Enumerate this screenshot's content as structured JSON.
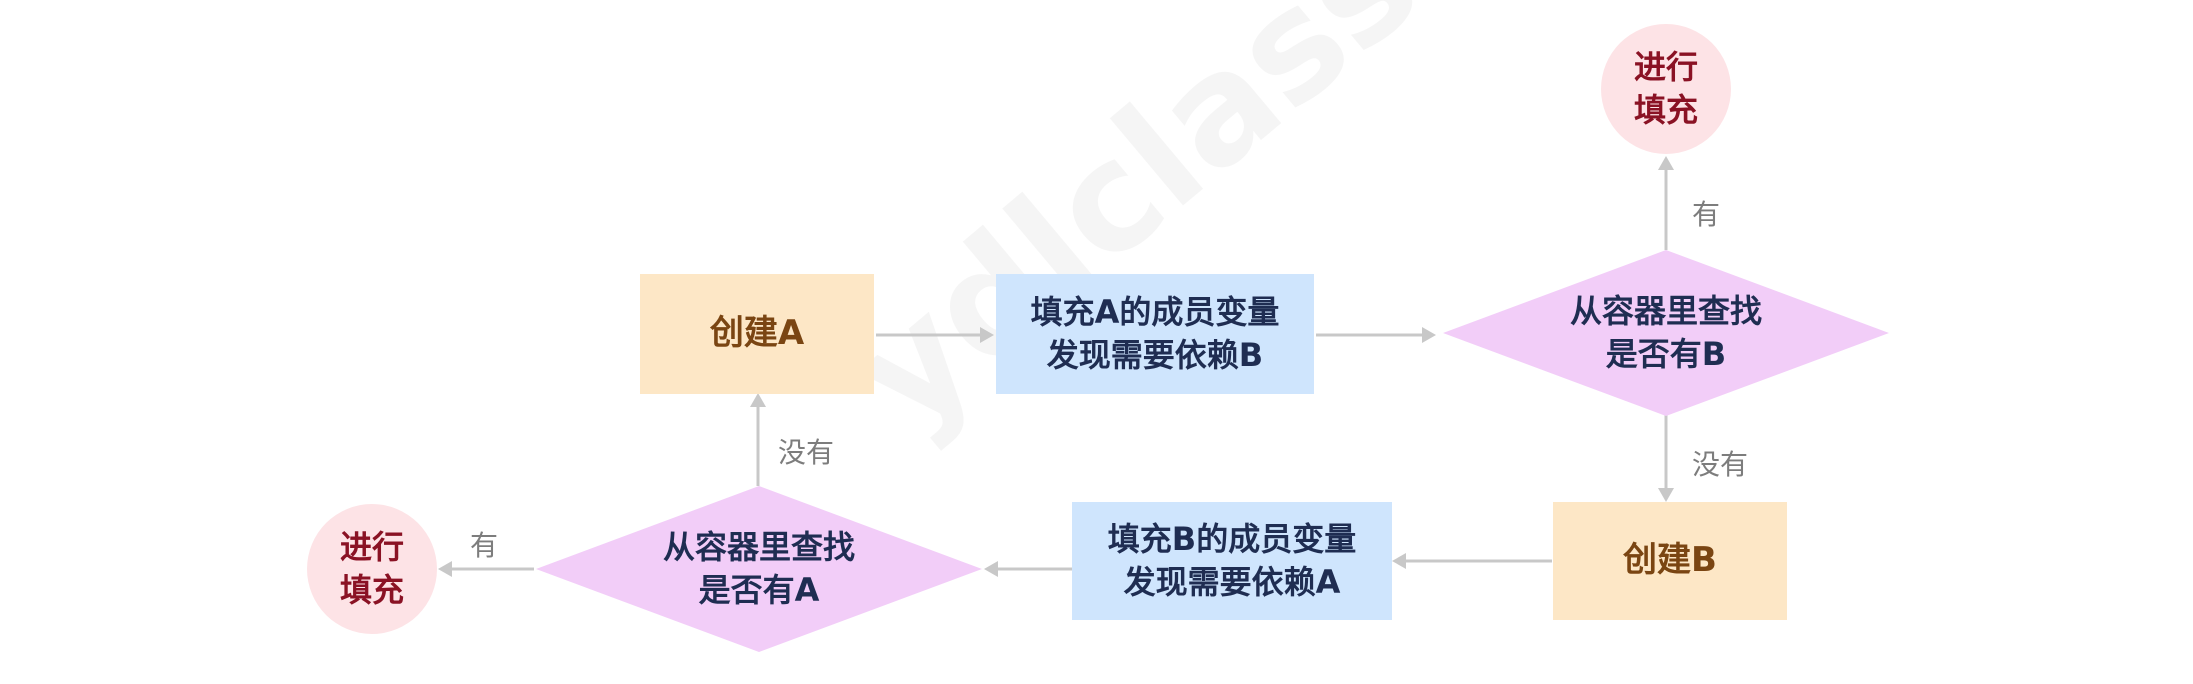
{
  "nodes": {
    "create_a": "创建A",
    "fill_a": "填充A的成员变量\n发现需要依赖B",
    "check_b": "从容器里查找\n是否有B",
    "done_top": "进行\n填充",
    "create_b": "创建B",
    "fill_b": "填充B的成员变量\n发现需要依赖A",
    "check_a": "从容器里查找\n是否有A",
    "done_left": "进行\n填充"
  },
  "edge_labels": {
    "b_yes": "有",
    "b_no": "没有",
    "a_yes": "有",
    "a_no": "没有"
  },
  "watermark": "ydlclass.com",
  "colors": {
    "arrow": "#c8c8c8",
    "diamond_fill": "#f2cdf8"
  }
}
